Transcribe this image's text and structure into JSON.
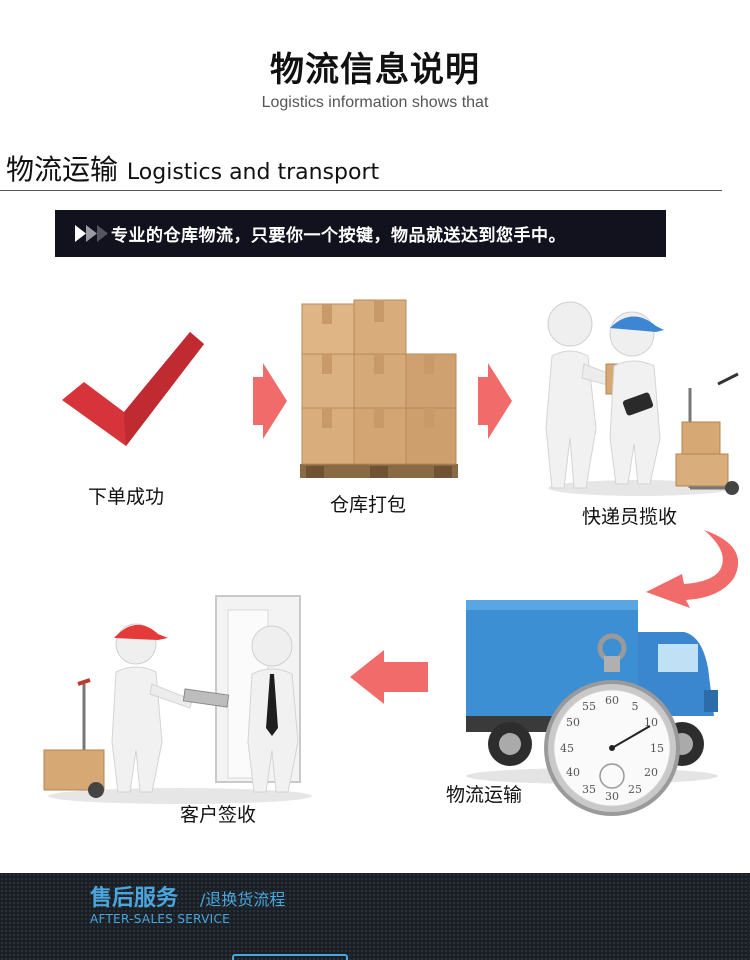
{
  "header": {
    "title": "物流信息说明",
    "subtitle": "Logistics information shows that"
  },
  "section": {
    "title_cn": "物流运输",
    "title_en": "Logistics and transport"
  },
  "banner": {
    "text": "专业的仓库物流，只要你一个按键，物品就送达到您手中。"
  },
  "steps": [
    {
      "label": "下单成功",
      "icon": "checkmark-icon"
    },
    {
      "label": "仓库打包",
      "icon": "boxes-pallet-icon"
    },
    {
      "label": "快递员揽收",
      "icon": "courier-pickup-icon"
    },
    {
      "label": "物流运输",
      "icon": "truck-stopwatch-icon"
    },
    {
      "label": "客户签收",
      "icon": "customer-sign-icon"
    }
  ],
  "stopwatch_numbers": [
    "60",
    "5",
    "10",
    "15",
    "20",
    "25",
    "30",
    "35",
    "40",
    "45",
    "50",
    "55"
  ],
  "footer": {
    "title": "售后服务",
    "subtitle": "/退换货流程",
    "en": "AFTER-SALES SERVICE"
  },
  "colors": {
    "arrow": "#f26b6b",
    "check": "#d6333a",
    "banner_bg": "#12121f",
    "footer_accent": "#4aa6dc",
    "truck_blue": "#3d8fd3"
  }
}
